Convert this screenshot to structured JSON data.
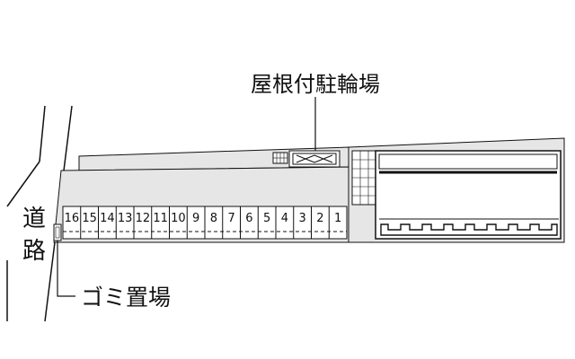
{
  "labels": {
    "road": "道路",
    "road_char_1": "道",
    "road_char_2": "路",
    "roofed_bicycle_parking": "屋根付駐輪場",
    "garbage_area": "ゴミ置場"
  },
  "parking_spaces": [
    "16",
    "15",
    "14",
    "13",
    "12",
    "11",
    "10",
    "9",
    "8",
    "7",
    "6",
    "5",
    "4",
    "3",
    "2",
    "1"
  ],
  "colors": {
    "ground": "#e6e6e6",
    "line": "#111111",
    "background": "#ffffff"
  }
}
